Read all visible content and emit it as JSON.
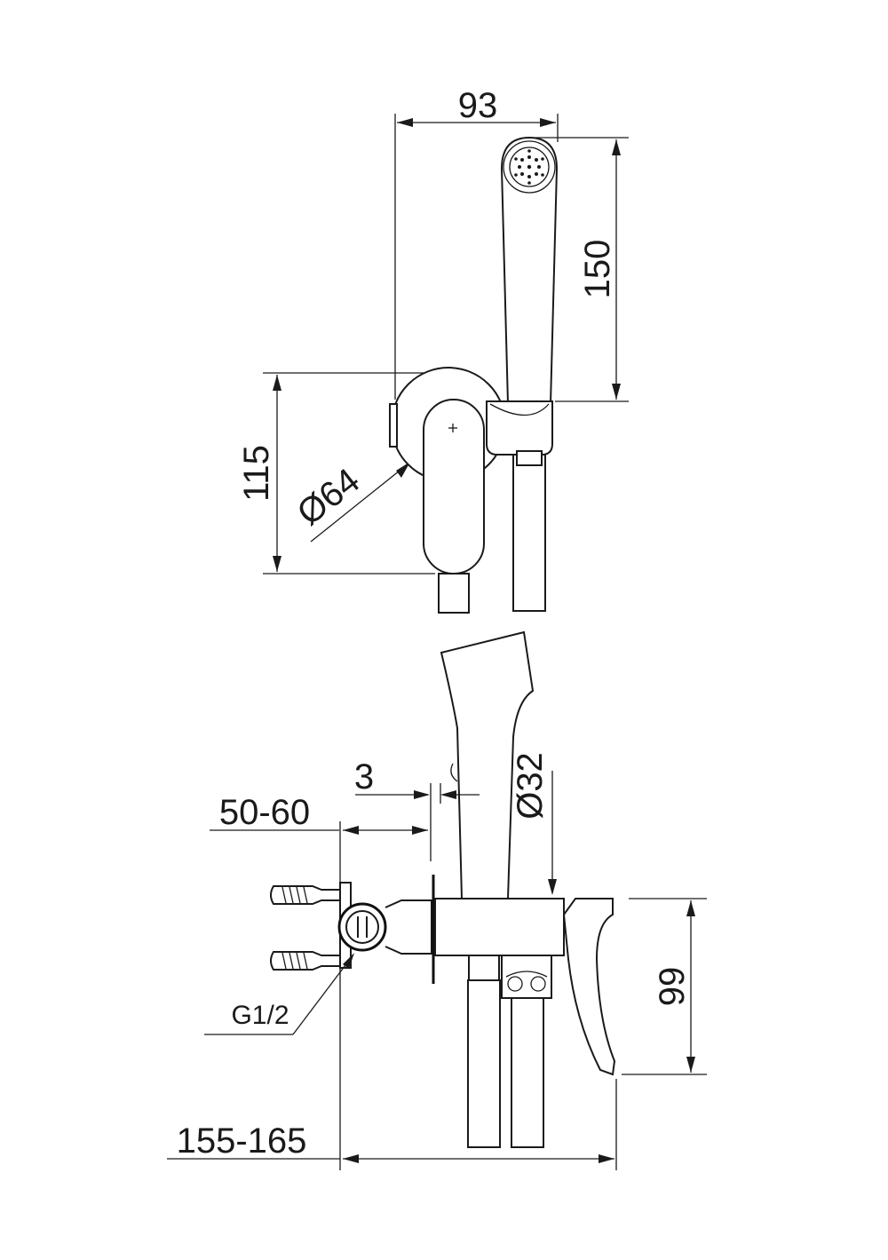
{
  "drawing": {
    "top_view": {
      "width_label": "93",
      "height_label": "150",
      "body_height_label": "115",
      "diameter_label": "Ø64"
    },
    "side_view": {
      "plate_label": "3",
      "depth_label": "50-60",
      "hose_diameter_label": "Ø32",
      "height_label": "99",
      "thread_label": "G1/2",
      "overall_label": "155-165"
    },
    "colors": {
      "line": "#1a1a1a",
      "background": "#ffffff"
    }
  }
}
